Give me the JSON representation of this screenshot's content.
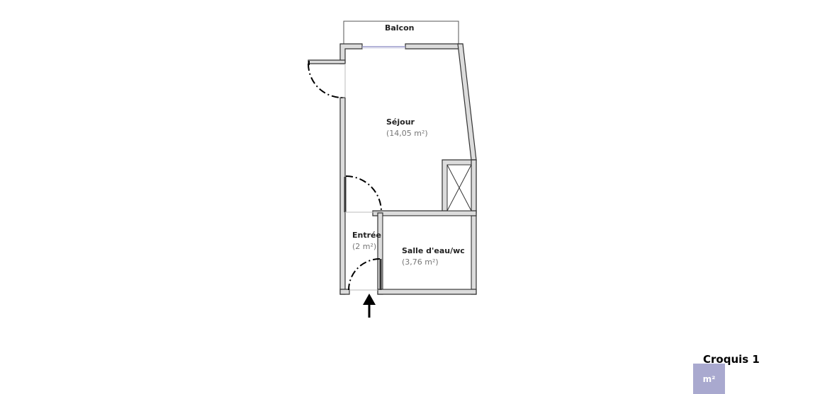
{
  "rooms": {
    "sejour": {
      "name": "Séjour",
      "area": "(14,05 m²)"
    },
    "entree": {
      "name": "Entrée",
      "area": "(2 m²)"
    },
    "salle_eau": {
      "name": "Salle d'eau/wc",
      "area": "(3,76 m²)"
    }
  },
  "balcony": {
    "label": "Balcon"
  },
  "sketch": {
    "title": "Croquis 1"
  },
  "logo": {
    "text": "m²",
    "color": "#a9a9cf"
  },
  "colors": {
    "wall_fill": "#dcdcdc",
    "wall_stroke": "#333333",
    "window_line": "#9a9acc"
  }
}
